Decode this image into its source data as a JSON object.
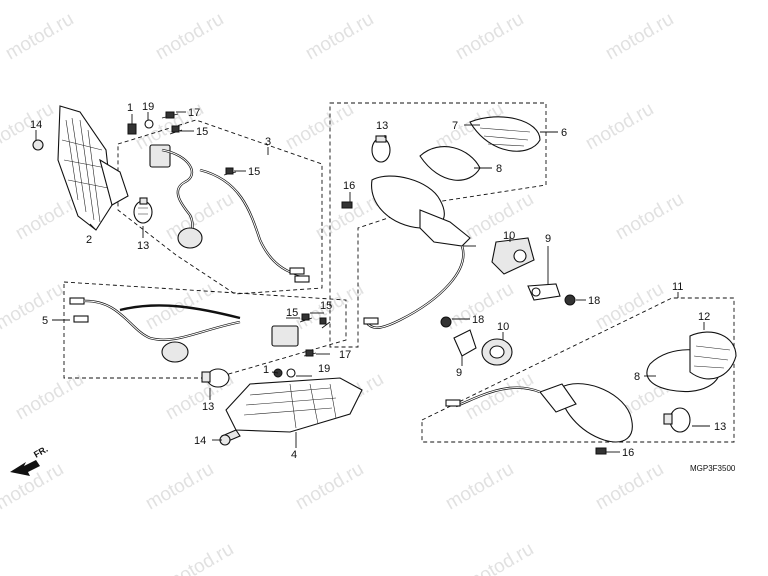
{
  "watermark": "motod.ru",
  "diagram_code": "MGP3F3500",
  "direction_indicator": "FR.",
  "callouts": {
    "c1a": "1",
    "c19a": "19",
    "c17a": "17",
    "c14a": "14",
    "c15a": "15",
    "c3": "3",
    "c15b": "15",
    "c2": "2",
    "c13a": "13",
    "c13b": "13",
    "c7": "7",
    "c6": "6",
    "c8a": "8",
    "c16a": "16",
    "c10a": "10",
    "c9a": "9",
    "c18a": "18",
    "c5": "5",
    "c15c": "15",
    "c15d": "15",
    "c17b": "17",
    "c1b": "1",
    "c19b": "19",
    "c13c": "13",
    "c14b": "14",
    "c4": "4",
    "c18b": "18",
    "c10b": "10",
    "c9b": "9",
    "c11": "11",
    "c12": "12",
    "c8b": "8",
    "c13d": "13",
    "c16b": "16"
  }
}
